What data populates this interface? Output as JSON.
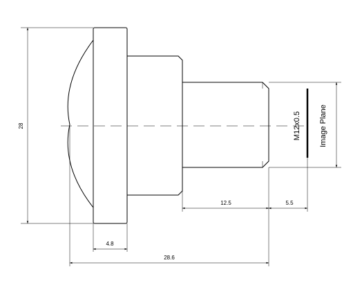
{
  "drawing": {
    "dimensions": {
      "overall_height": "28",
      "front_flange_thickness": "4.8",
      "overall_length": "28.6",
      "barrel_length": "12.5",
      "back_focal_distance": "5.5"
    },
    "labels": {
      "thread": "M12x0.5",
      "image_plane": "Image Plane"
    }
  }
}
